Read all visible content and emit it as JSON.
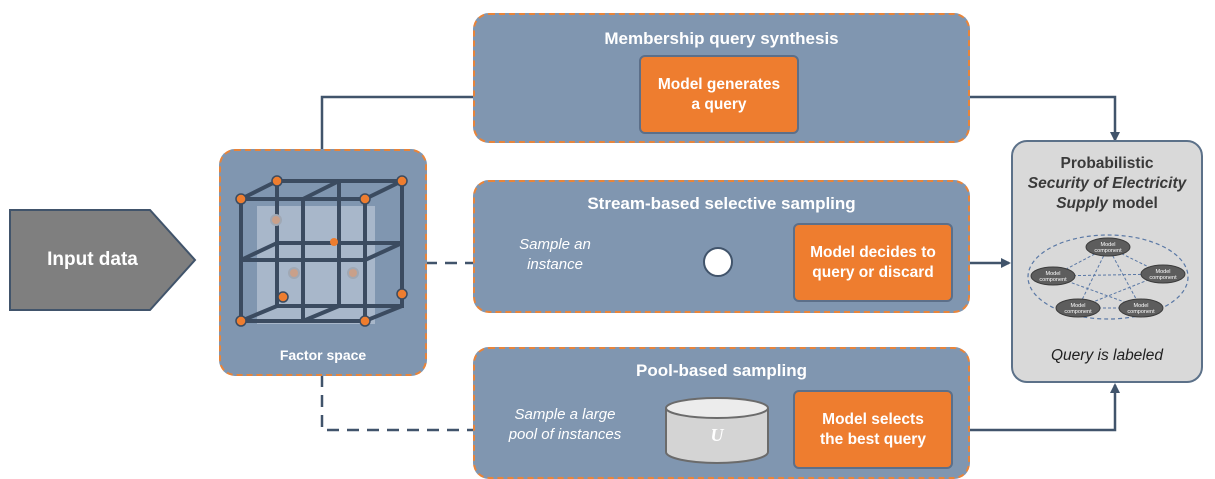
{
  "input": {
    "label": "Input data"
  },
  "factor_space": {
    "label": "Factor space"
  },
  "membership": {
    "title": "Membership query synthesis",
    "box_line1": "Model generates",
    "box_line2": "a query"
  },
  "stream": {
    "title": "Stream-based selective sampling",
    "sample_line1": "Sample an",
    "sample_line2": "instance",
    "box_line1": "Model decides to",
    "box_line2": "query or discard"
  },
  "pool": {
    "title": "Pool-based sampling",
    "sample_line1": "Sample a large",
    "sample_line2": "pool of instances",
    "cylinder_label": "U",
    "box_line1": "Model selects",
    "box_line2": "the best query"
  },
  "model": {
    "title_line1": "Probabilistic",
    "title_line2": "Security of Electricity",
    "title_line3_italic": "Supply",
    "title_line3_rest": " model",
    "component_label_1": "Model",
    "component_label_2": "component",
    "footer": "Query is labeled"
  },
  "colors": {
    "panel_fill": "#8096b0",
    "panel_border": "#e8843a",
    "orange": "#ee7d2f",
    "arrow": "#41546b",
    "input_arrow": "#7f7f7f",
    "model_fill": "#d9d9d9"
  }
}
